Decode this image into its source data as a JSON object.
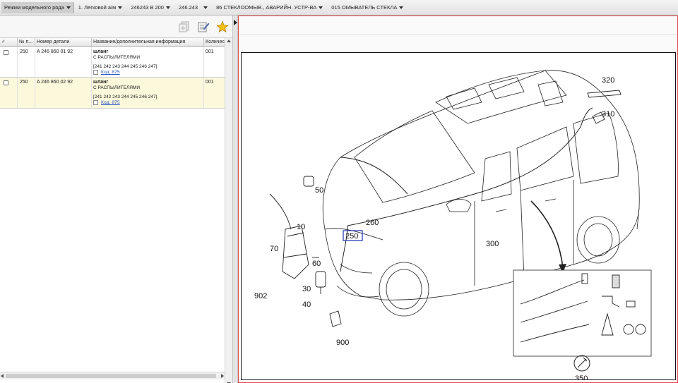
{
  "breadcrumb": [
    "Режим модельного ряда",
    "1. Легковой а/м",
    "246243 B 200",
    "246.243",
    "86 СТЕКЛООМЫВ., АВАРИЙН. УСТР-ВА",
    "015 ОМЫВАТЕЛЬ СТЕКЛА"
  ],
  "toolbar": {
    "icons": [
      "copy-icon",
      "edit-note-icon",
      "star-icon"
    ]
  },
  "grid": {
    "columns": [
      "✓",
      "№ п...",
      "Номер детали",
      "Название/дополнительная информация",
      "Количес"
    ],
    "rows": [
      {
        "pos": "250",
        "part": "A 246 860 01 92",
        "name": "шланг",
        "sub": "С РАСПЫЛИТЕЛЯМИ",
        "codes": "[241 242 243 244 245 246 247]",
        "code": "Код: 875",
        "qty": "001"
      },
      {
        "pos": "250",
        "part": "A 246 860 02 92",
        "name": "шланг",
        "sub": "С РАСПЫЛИТЕЛЯМИ",
        "codes": "[241 242 243 244 245 246 247]",
        "code": "Код: 875",
        "qty": "001"
      }
    ]
  },
  "diagram": {
    "callouts": {
      "c320": "320",
      "c310": "310",
      "c50": "50",
      "c10": "10",
      "c260": "260",
      "c250": "250",
      "c300": "300",
      "c70": "70",
      "c60": "60",
      "c30": "30",
      "c902": "902",
      "c40": "40",
      "c900": "900",
      "c350": "350"
    },
    "highlight_color": "#1a2fb0"
  }
}
